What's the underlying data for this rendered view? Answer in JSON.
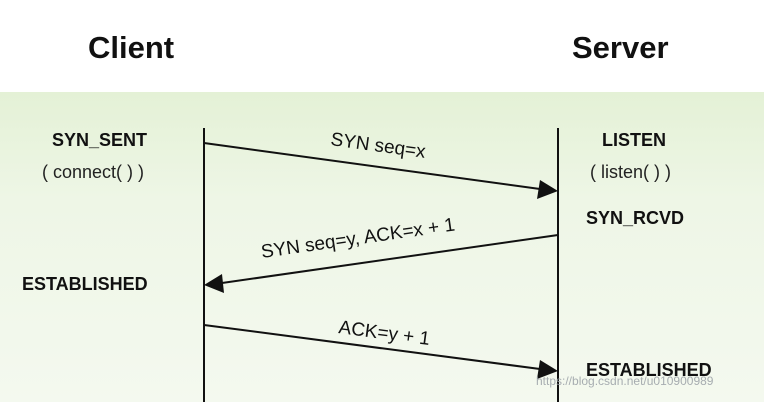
{
  "diagram": {
    "client_title": "Client",
    "server_title": "Server",
    "client_states": {
      "syn_sent": "SYN_SENT",
      "connect_call": "( connect( ) )",
      "established": "ESTABLISHED"
    },
    "server_states": {
      "listen": "LISTEN",
      "listen_call": "( listen( ) )",
      "syn_rcvd": "SYN_RCVD",
      "established": "ESTABLISHED"
    },
    "messages": {
      "syn": "SYN seq=x",
      "syn_ack": "SYN seq=y, ACK=x + 1",
      "ack": "ACK=y + 1"
    },
    "watermark": "https://blog.csdn.net/u010900989"
  }
}
